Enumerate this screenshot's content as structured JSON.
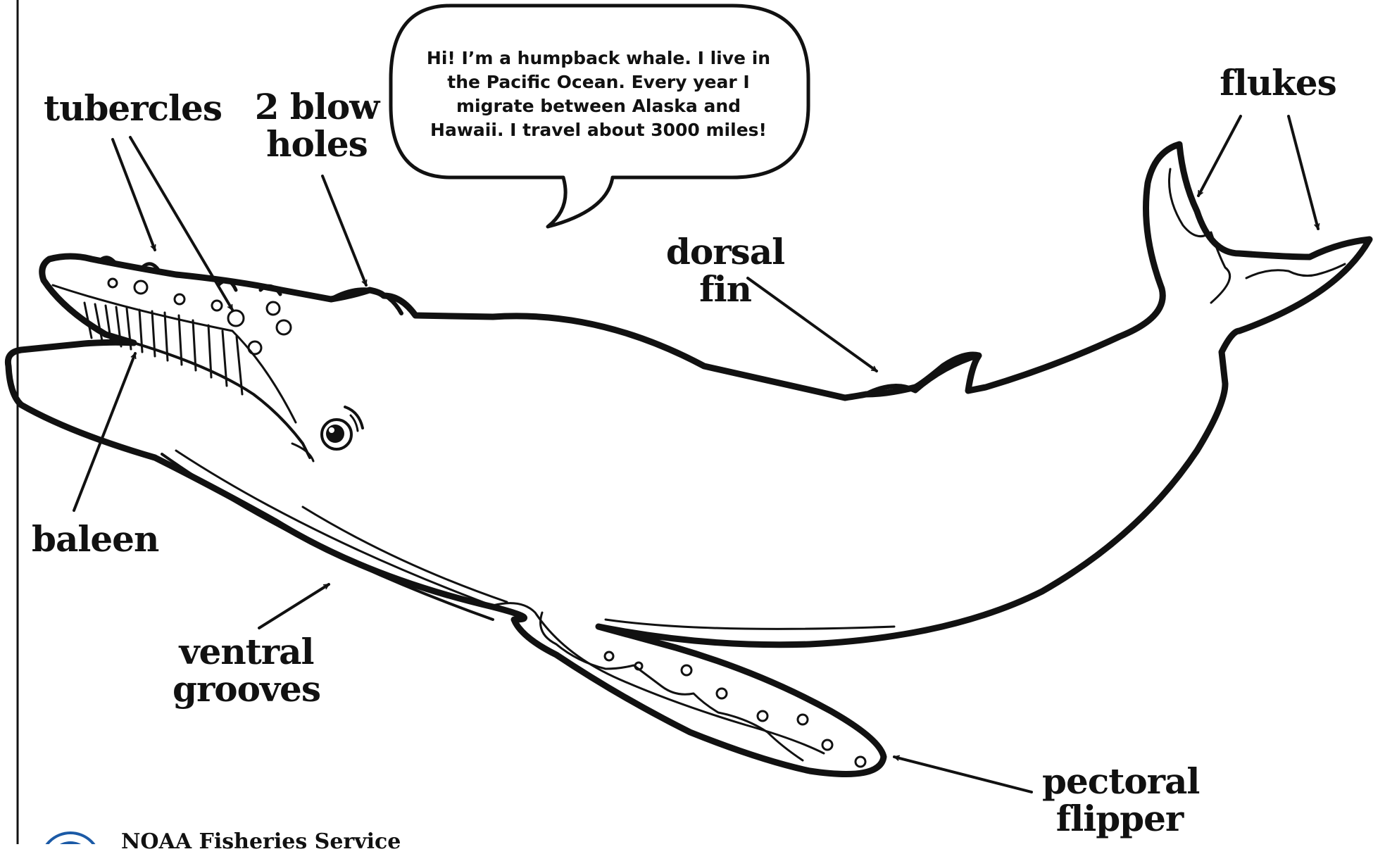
{
  "speech_bubble": {
    "text": "Hi! I’m a humpback whale. I live in the Pacific Ocean. Every year I migrate between Alaska and Hawaii. I travel about 3000 miles!"
  },
  "labels": {
    "tubercles": "tubercles",
    "blow_holes_line1": "2 blow",
    "blow_holes_line2": "holes",
    "dorsal_fin": "dorsal fin",
    "flukes": "flukes",
    "baleen": "baleen",
    "ventral_grooves_line1": "ventral",
    "ventral_grooves_line2": "grooves",
    "pectoral_flipper_line1": "pectoral",
    "pectoral_flipper_line2": "flipper"
  },
  "footer": {
    "agency": "NOAA Fisheries Service"
  },
  "icons": [
    "noaa-logo-icon"
  ],
  "colors": {
    "ink": "#111111",
    "background": "#ffffff",
    "logo_blue": "#1b5aa6"
  }
}
